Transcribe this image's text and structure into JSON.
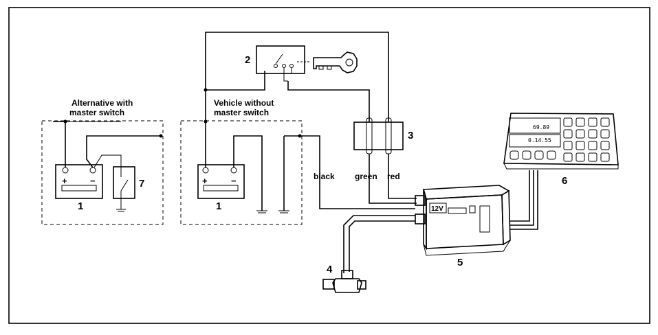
{
  "labels": {
    "alt_caption": [
      "Alternative with",
      "master switch"
    ],
    "veh_caption": [
      "Vehicle without",
      "master switch"
    ],
    "wires": {
      "black": "black",
      "green": "green",
      "red": "red"
    },
    "voltage": "12V",
    "display": {
      "line1": "69.89",
      "line2": "0.14.55"
    },
    "polarity": {
      "plus": "+",
      "minus": "−"
    }
  },
  "components": [
    {
      "number": "1",
      "ref": "battery_alt"
    },
    {
      "number": "1",
      "ref": "battery_vehicle"
    },
    {
      "number": "2",
      "ref": "ignition_switch"
    },
    {
      "number": "3",
      "ref": "fuse_holder"
    },
    {
      "number": "4",
      "ref": "sensor"
    },
    {
      "number": "5",
      "ref": "control_unit"
    },
    {
      "number": "6",
      "ref": "display_unit"
    },
    {
      "number": "7",
      "ref": "master_switch"
    }
  ]
}
